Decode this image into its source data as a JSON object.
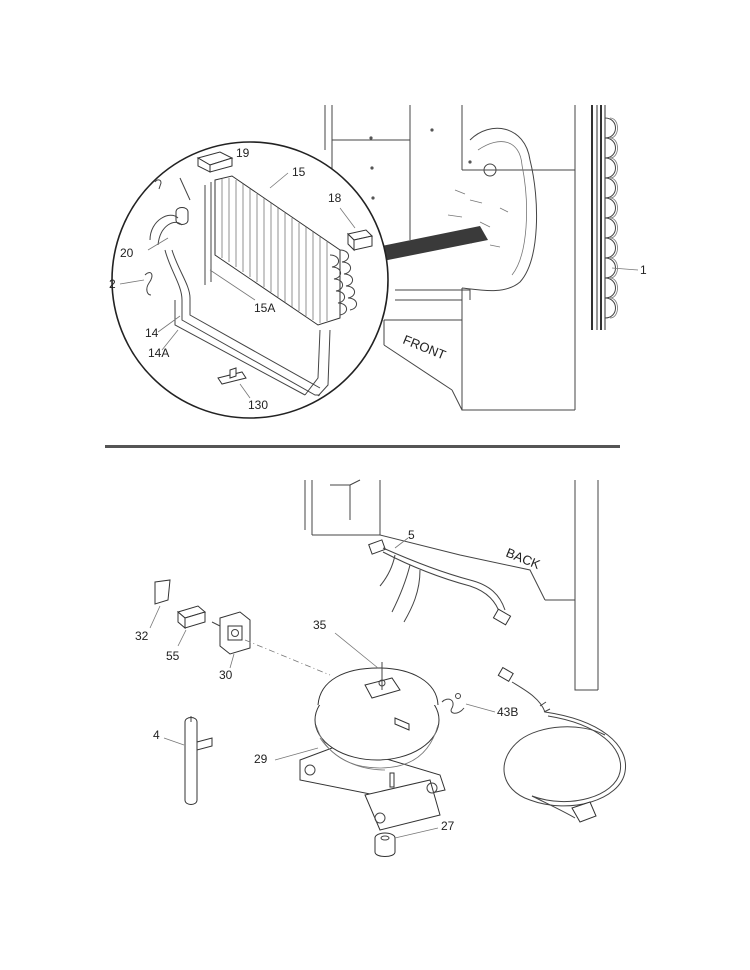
{
  "labels": {
    "p1": "1",
    "p2": "2",
    "p14": "14",
    "p14a": "14A",
    "p15": "15",
    "p15a": "15A",
    "p18": "18",
    "p19": "19",
    "p20": "20",
    "p130": "130",
    "p5": "5",
    "p32": "32",
    "p55": "55",
    "p30": "30",
    "p35": "35",
    "p43b": "43B",
    "p4": "4",
    "p29": "29",
    "p27": "27"
  },
  "annotations": {
    "front": "FRONT",
    "back": "BACK"
  }
}
